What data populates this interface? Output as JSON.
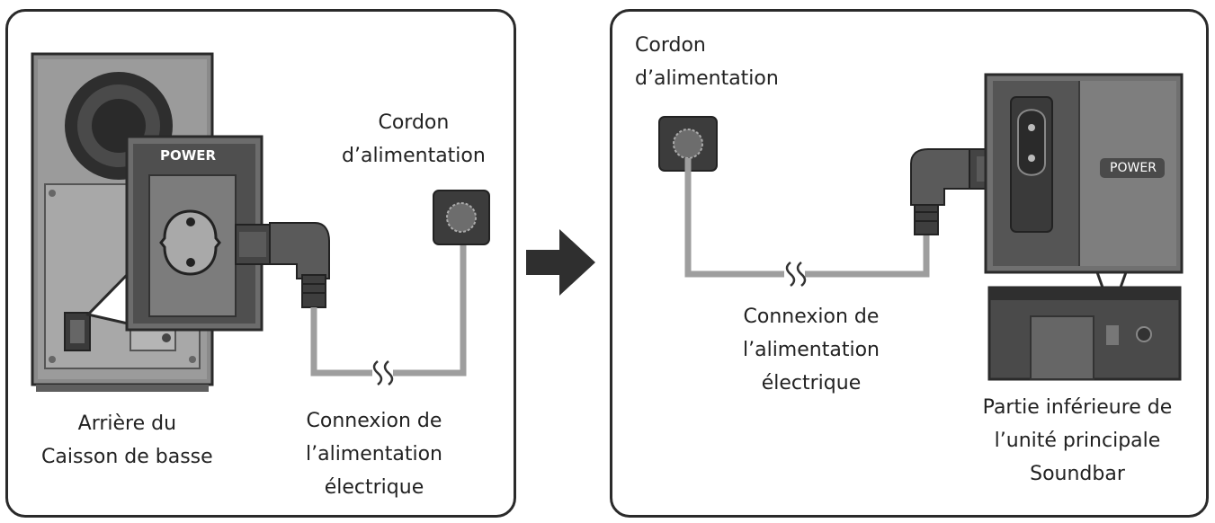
{
  "left_panel": {
    "power_label": "POWER",
    "cord_label": [
      "Cordon",
      "d’alimentation"
    ],
    "connection_label": [
      "Connexion de",
      "l’alimentation",
      "électrique"
    ],
    "subwoofer_label": [
      "Arrière du",
      "Caisson de basse"
    ]
  },
  "right_panel": {
    "cord_label": [
      "Cordon",
      "d’alimentation"
    ],
    "connection_label": [
      "Connexion de",
      "l’alimentation",
      "électrique"
    ],
    "power_label": "POWER",
    "soundbar_label": [
      "Partie inférieure de",
      "l’unité principale",
      "Soundbar"
    ]
  },
  "colors": {
    "dark": "#3a3a3a",
    "mid": "#6f6f6f",
    "light": "#bdbdbd",
    "cable": "#9e9e9e"
  }
}
